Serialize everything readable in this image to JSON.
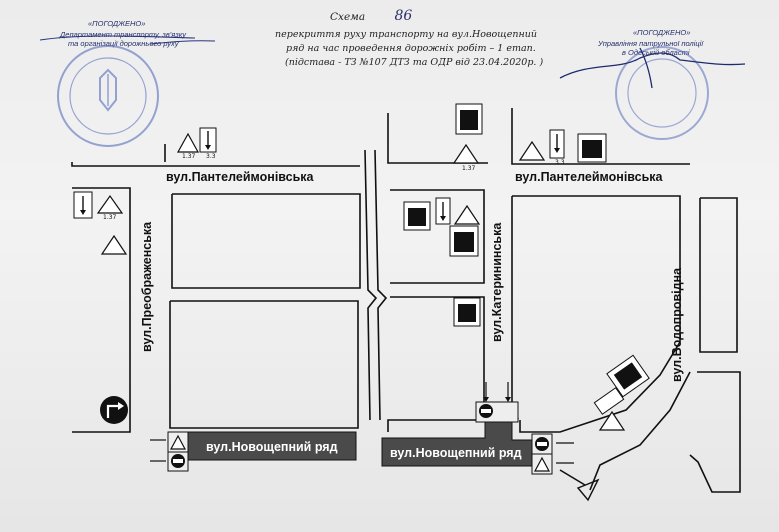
{
  "header": {
    "title_prefix": "Схема",
    "scheme_number": "86",
    "line1": "перекриття   руху транспорту на вул.Новощепний",
    "line2": "ряд на час проведення дорожніх робіт – 1 етап.",
    "line3": "(підстава - ТЗ №107 ДТЗ та ОДР від 23.04.2020р. )"
  },
  "approval_left": {
    "stamp": "«ПОГОДЖЕНО»",
    "line1": "Департамент транспорту, зв'язку",
    "line2": "та організації дорожнього руху"
  },
  "approval_right": {
    "stamp": "«ПОГОДЖЕНО»",
    "line1": "Управління патрульної поліції",
    "line2": "в  Одеській області"
  },
  "streets": {
    "panteleimonivska_left": "вул.Пантелеймонівська",
    "panteleimonivska_right": "вул.Пантелеймонівська",
    "preobrazhenska": "вул.Преображенська",
    "katerynynska": "вул.Катерининська",
    "vodoprovidna": "вул.Водопровідна",
    "novoshchepnyi_left": "вул.Новощепний ряд",
    "novoshchepnyi_right": "вул.Новощепний ряд"
  },
  "sign_plates": {
    "dist_1": "1.37",
    "dist_2": "3.3",
    "dist_3": "1.37",
    "dist_4": "3.3",
    "dist_5": "1.37"
  },
  "colors": {
    "closed_section": "#4a4a4a",
    "stamp_blue": "#4a63b8",
    "ink": "#111111"
  }
}
